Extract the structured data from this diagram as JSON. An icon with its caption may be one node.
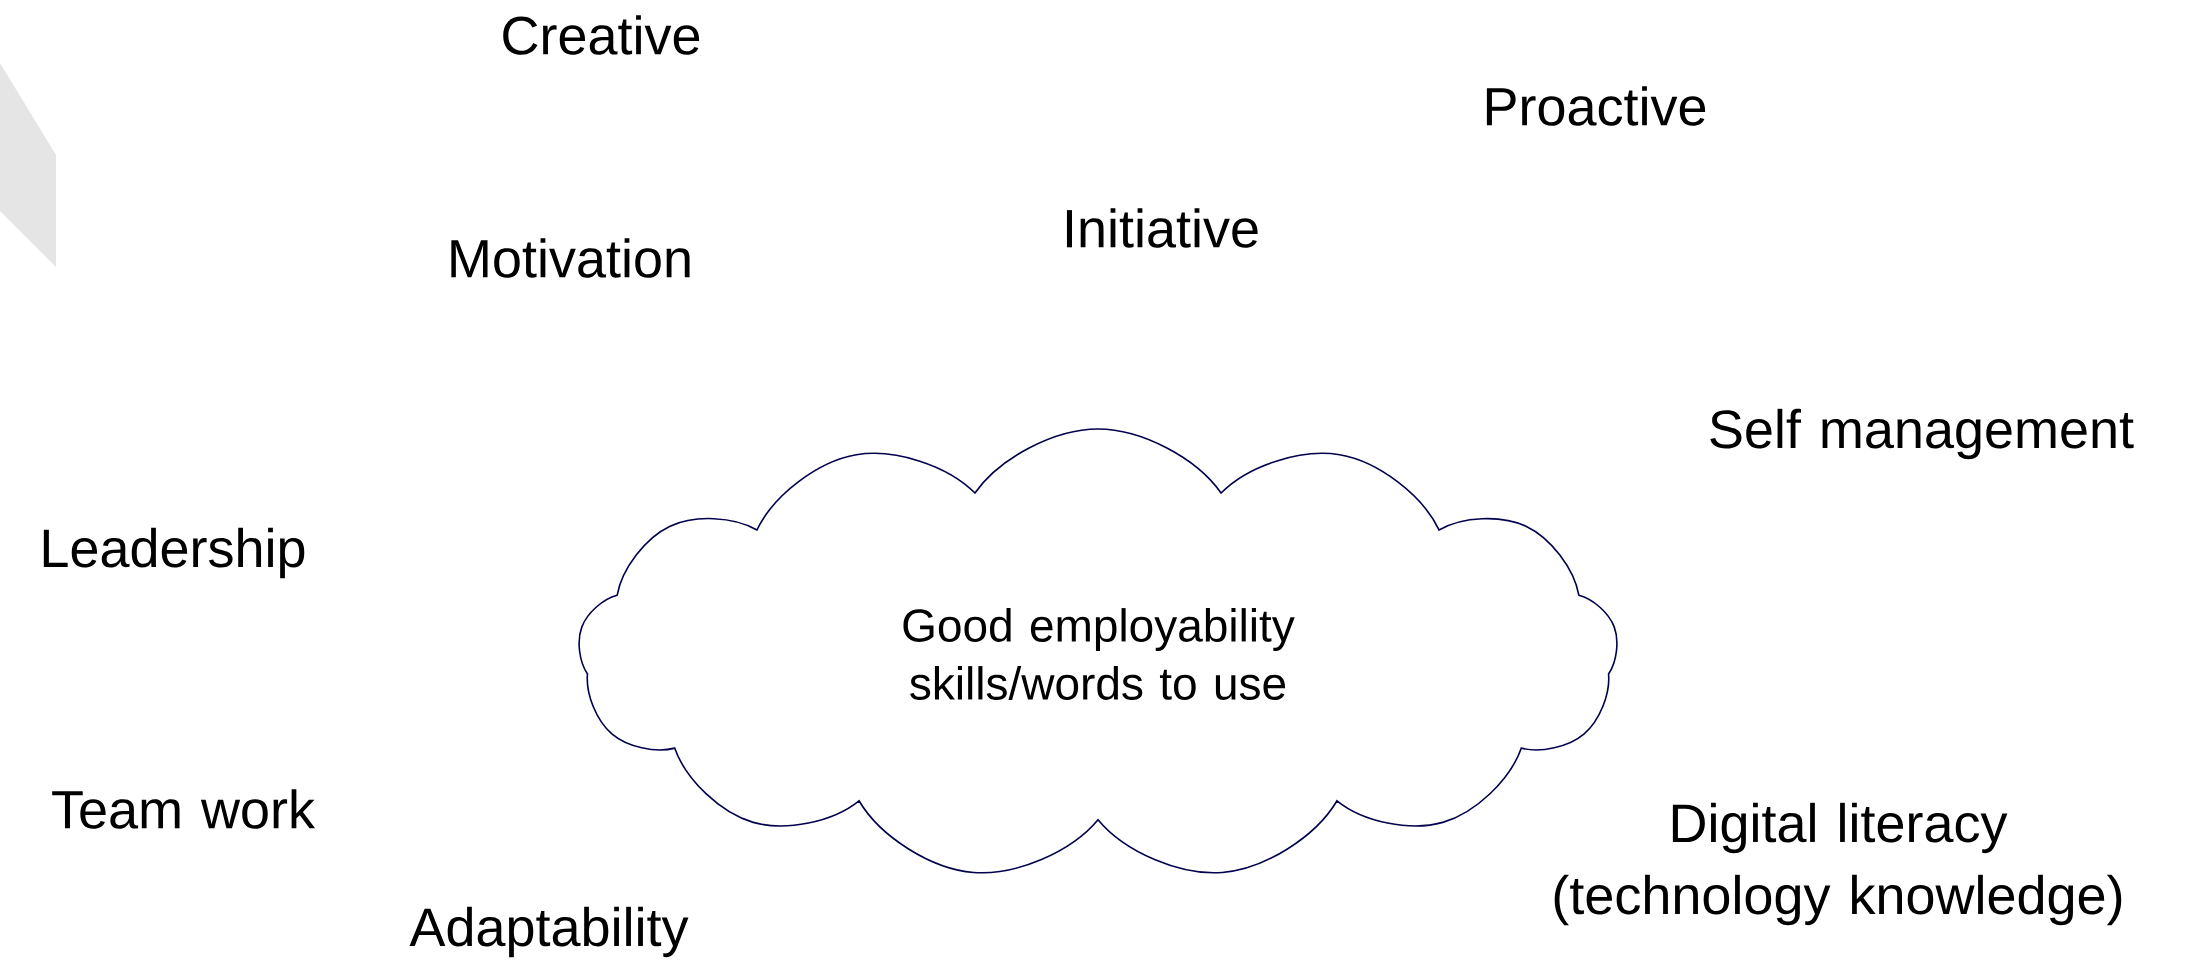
{
  "diagram": {
    "nodes": [
      {
        "text": [
          "Good employability skills/words to use"
        ]
      }
    ],
    "labels": [
      "Creative",
      "Proactive",
      "Initiative",
      "Motivation",
      "Self management",
      "Leadership",
      "Team work",
      "Digital literacy (technology knowledge)",
      "Adaptability"
    ]
  }
}
